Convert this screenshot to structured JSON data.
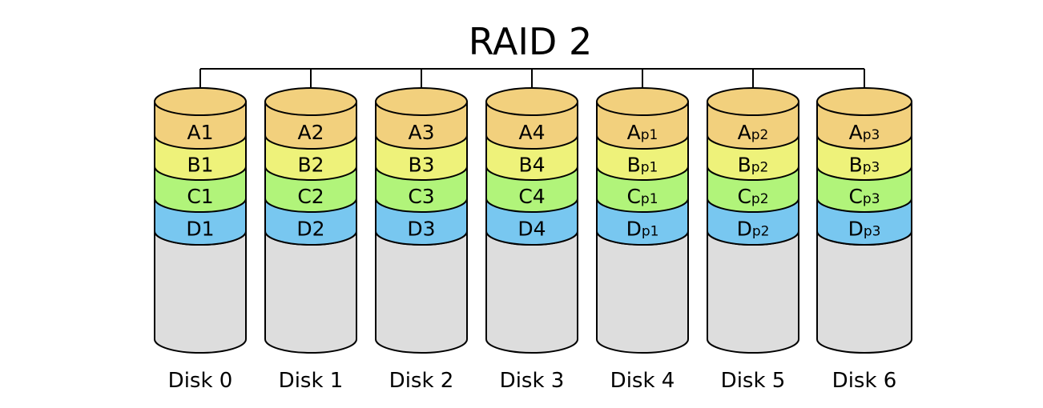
{
  "title": "RAID 2",
  "colors": {
    "A": "#f2d07d",
    "B": "#eef27a",
    "C": "#b1f47a",
    "D": "#78c7f0",
    "empty": "#dddddd",
    "line": "#000000"
  },
  "disks": [
    {
      "label": "Disk 0",
      "blocks": [
        {
          "main": "A1",
          "sub": ""
        },
        {
          "main": "B1",
          "sub": ""
        },
        {
          "main": "C1",
          "sub": ""
        },
        {
          "main": "D1",
          "sub": ""
        }
      ]
    },
    {
      "label": "Disk 1",
      "blocks": [
        {
          "main": "A2",
          "sub": ""
        },
        {
          "main": "B2",
          "sub": ""
        },
        {
          "main": "C2",
          "sub": ""
        },
        {
          "main": "D2",
          "sub": ""
        }
      ]
    },
    {
      "label": "Disk 2",
      "blocks": [
        {
          "main": "A3",
          "sub": ""
        },
        {
          "main": "B3",
          "sub": ""
        },
        {
          "main": "C3",
          "sub": ""
        },
        {
          "main": "D3",
          "sub": ""
        }
      ]
    },
    {
      "label": "Disk 3",
      "blocks": [
        {
          "main": "A4",
          "sub": ""
        },
        {
          "main": "B4",
          "sub": ""
        },
        {
          "main": "C4",
          "sub": ""
        },
        {
          "main": "D4",
          "sub": ""
        }
      ]
    },
    {
      "label": "Disk 4",
      "blocks": [
        {
          "main": "A",
          "sub": "p1"
        },
        {
          "main": "B",
          "sub": "p1"
        },
        {
          "main": "C",
          "sub": "p1"
        },
        {
          "main": "D",
          "sub": "p1"
        }
      ]
    },
    {
      "label": "Disk 5",
      "blocks": [
        {
          "main": "A",
          "sub": "p2"
        },
        {
          "main": "B",
          "sub": "p2"
        },
        {
          "main": "C",
          "sub": "p2"
        },
        {
          "main": "D",
          "sub": "p2"
        }
      ]
    },
    {
      "label": "Disk 6",
      "blocks": [
        {
          "main": "A",
          "sub": "p3"
        },
        {
          "main": "B",
          "sub": "p3"
        },
        {
          "main": "C",
          "sub": "p3"
        },
        {
          "main": "D",
          "sub": "p3"
        }
      ]
    }
  ]
}
